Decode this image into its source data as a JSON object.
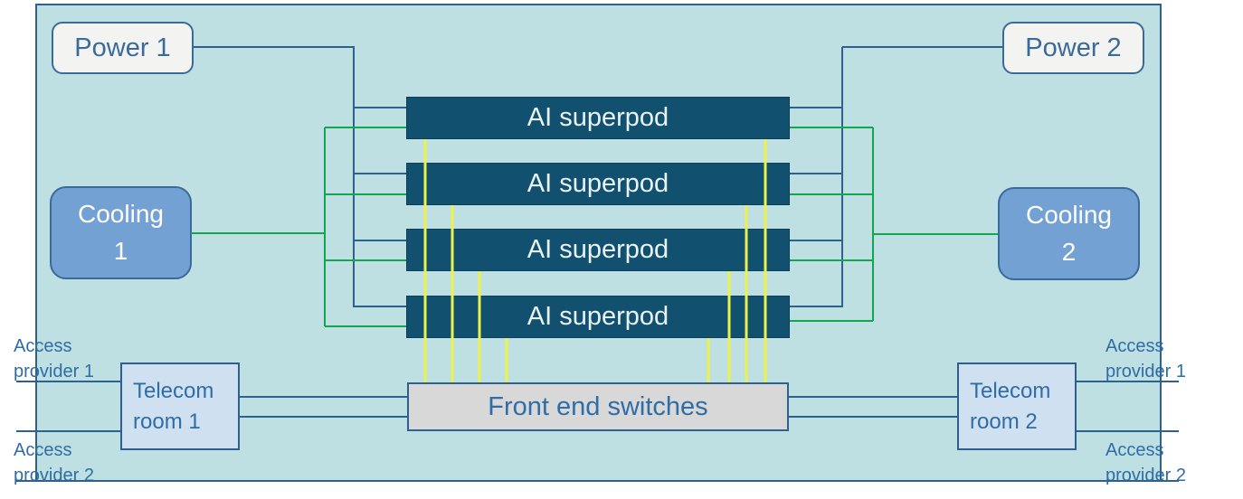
{
  "colors": {
    "campus_fill": "#bfe0e2",
    "campus_border": "#2e6090",
    "power_fill": "#f3f4f2",
    "power_text": "#396a99",
    "cooling_fill": "#73a1d3",
    "cooling_text": "#ffffff",
    "superpod_fill": "#11506f",
    "superpod_text": "#e9f3f8",
    "front_end_switches_fill": "#d8d8d8",
    "telecom_fill": "#cfe0f0",
    "label_text_blue": "#2f6da6",
    "line_power_blue": "#2e6090",
    "line_cooling_green": "#12a651",
    "line_network_yellow": "#edf24b"
  },
  "power1": {
    "label": "Power 1"
  },
  "power2": {
    "label": "Power 2"
  },
  "cooling1": {
    "label_line1": "Cooling",
    "label_line2": "1"
  },
  "cooling2": {
    "label_line1": "Cooling",
    "label_line2": "2"
  },
  "superpods": [
    {
      "label": "AI superpod"
    },
    {
      "label": "AI superpod"
    },
    {
      "label": "AI superpod"
    },
    {
      "label": "AI superpod"
    }
  ],
  "front_end_switches": {
    "label": "Front end switches"
  },
  "telecom_room1": {
    "label_line1": "Telecom",
    "label_line2": "room 1"
  },
  "telecom_room2": {
    "label_line1": "Telecom",
    "label_line2": "room 2"
  },
  "access_providers": {
    "left_top": {
      "line1": "Access",
      "line2": "provider 1"
    },
    "left_bottom": {
      "line1": "Access",
      "line2": "provider 2"
    },
    "right_top": {
      "line1": "Access",
      "line2": "provider 1"
    },
    "right_bottom": {
      "line1": "Access",
      "line2": "provider 2"
    }
  }
}
